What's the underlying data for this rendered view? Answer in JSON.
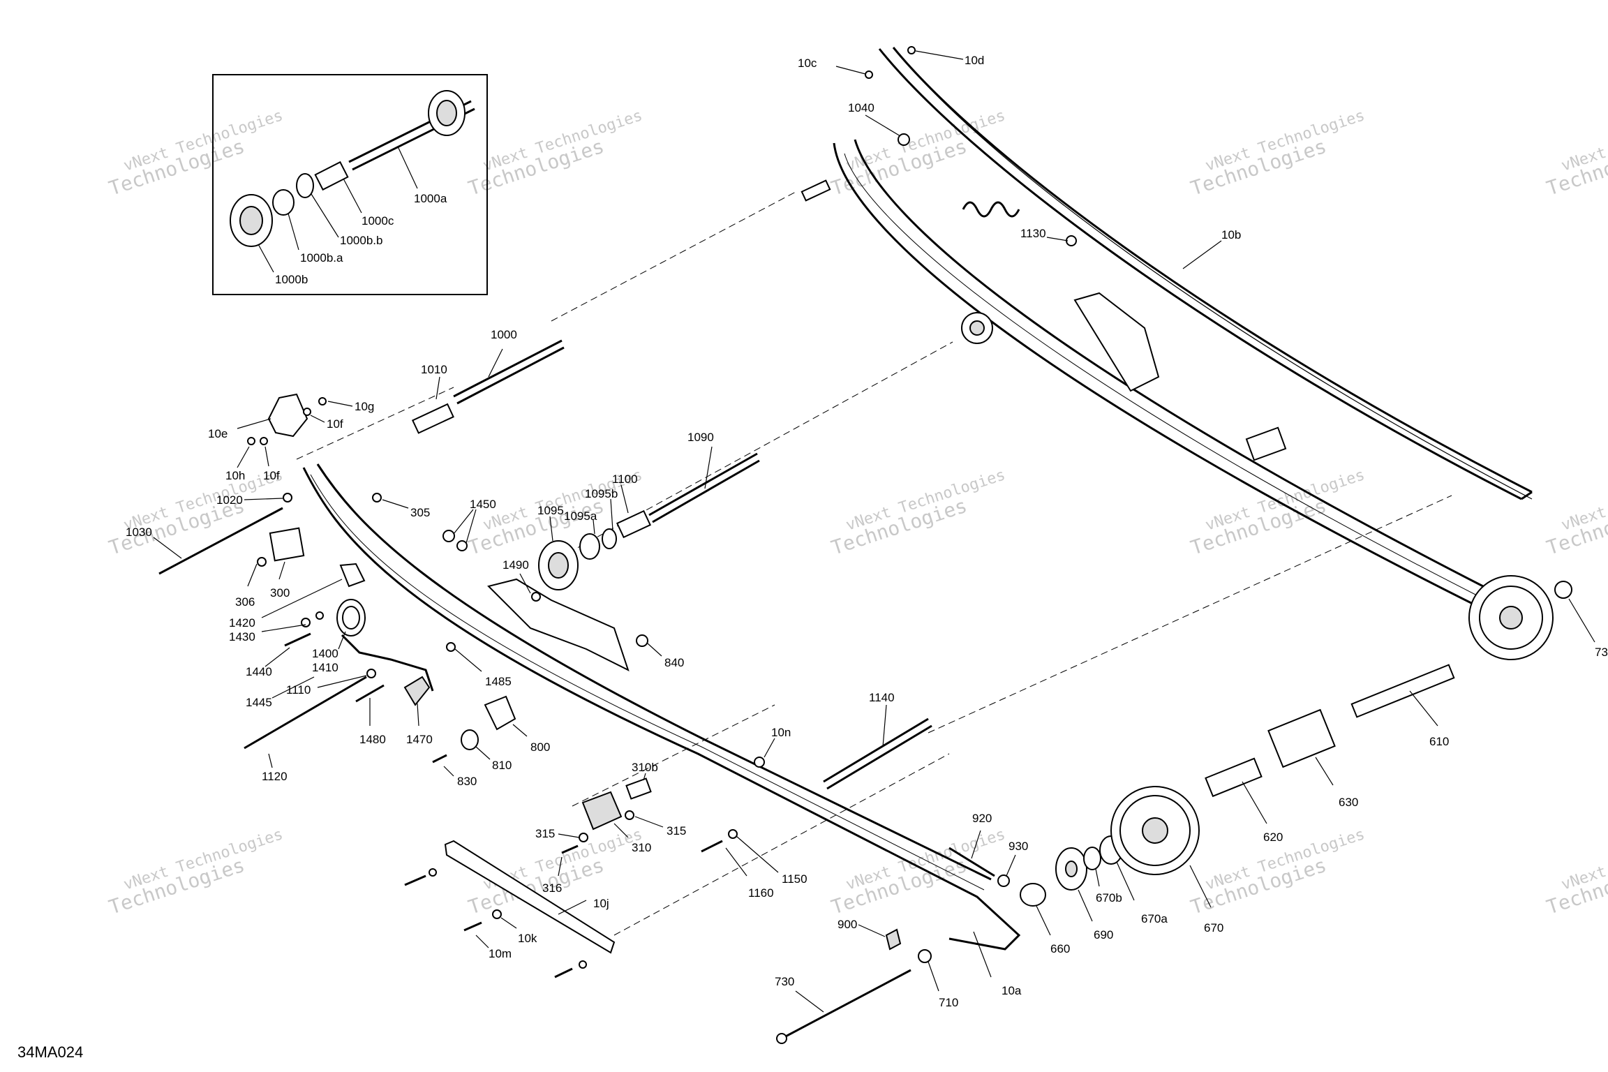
{
  "diagram_code": "34MA024",
  "watermark": {
    "line1": "vNext Technologies",
    "line2": "Technologies"
  },
  "labels": {
    "l_1000a": "1000a",
    "l_1000c": "1000c",
    "l_1000bb": "1000b.b",
    "l_1000ba": "1000b.a",
    "l_1000b": "1000b",
    "l_10c": "10c",
    "l_10d": "10d",
    "l_1040": "1040",
    "l_1130": "1130",
    "l_10b": "10b",
    "l_1000": "1000",
    "l_1010": "1010",
    "l_10g": "10g",
    "l_10f1": "10f",
    "l_10e": "10e",
    "l_10h": "10h",
    "l_10f2": "10f",
    "l_1090": "1090",
    "l_1020": "1020",
    "l_305": "305",
    "l_1450": "1450",
    "l_1095": "1095",
    "l_1095b": "1095b",
    "l_1100": "1100",
    "l_1095a": "1095a",
    "l_1030": "1030",
    "l_1490": "1490",
    "l_306": "306",
    "l_300": "300",
    "l_1420": "1420",
    "l_1430": "1430",
    "l_840": "840",
    "l_1400": "1400",
    "l_1410": "1410",
    "l_1440": "1440",
    "l_1110": "1110",
    "l_1485": "1485",
    "l_1445": "1445",
    "l_1140": "1140",
    "l_1480": "1480",
    "l_1470": "1470",
    "l_800": "800",
    "l_810": "810",
    "l_1120": "1120",
    "l_10n": "10n",
    "l_830": "830",
    "l_310b": "310b",
    "l_315a": "315",
    "l_315b": "315",
    "l_310": "310",
    "l_316": "316",
    "l_10j": "10j",
    "l_10k": "10k",
    "l_10m": "10m",
    "l_1160": "1160",
    "l_1150": "1150",
    "l_920": "920",
    "l_930": "930",
    "l_900": "900",
    "l_730": "730",
    "l_710": "710",
    "l_10a": "10a",
    "l_660": "660",
    "l_690": "690",
    "l_670b": "670b",
    "l_670a": "670a",
    "l_670": "670",
    "l_620": "620",
    "l_630": "630",
    "l_610": "610",
    "l_73": "73"
  }
}
